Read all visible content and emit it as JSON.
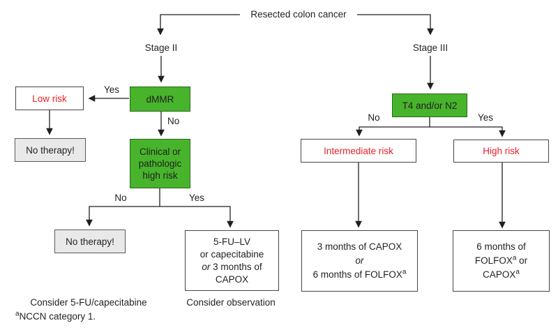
{
  "header": {
    "title": "Resected colon cancer"
  },
  "labels": {
    "yes": "Yes",
    "no": "No"
  },
  "colors": {
    "green_box": "#47b42c",
    "gray_box": "#e9e9e9",
    "risk_text_red": "#e8212b",
    "line_black": "#231f20"
  },
  "stage2": {
    "label": "Stage II",
    "dmmr_label": "dMMR",
    "low_risk_label": "Low risk",
    "no_therapy_label": "No therapy!",
    "clinical": {
      "line1": "Clinical or",
      "line2": "pathologic",
      "line3": "high risk"
    },
    "no_therapy2_label": "No therapy!",
    "fu_box": {
      "line1": "5-FU–LV",
      "line2": "or capecitabine",
      "line3_italic": "or",
      "line3_rest": " 3 months of",
      "line4": "CAPOX"
    },
    "consider_5fu": "Consider 5-FU/capecitabine",
    "consider_observation": "Consider observation"
  },
  "stage3": {
    "label": "Stage III",
    "t4_label": "T4 and/or N2",
    "intermediate_label": "Intermediate risk",
    "high_risk_label": "High risk",
    "capox_box": {
      "line1": "3 months of CAPOX",
      "line2_italic": "or",
      "line3": "6 months of FOLFOX",
      "line3_sup": "a"
    },
    "folfox_box": {
      "line1": "6 months of",
      "line2": "FOLFOX",
      "line2_sup": "a",
      "line2b": " or",
      "line3": "CAPOX",
      "line3_sup": "a"
    }
  },
  "footnote": {
    "sup": "a",
    "text": "NCCN category 1."
  }
}
